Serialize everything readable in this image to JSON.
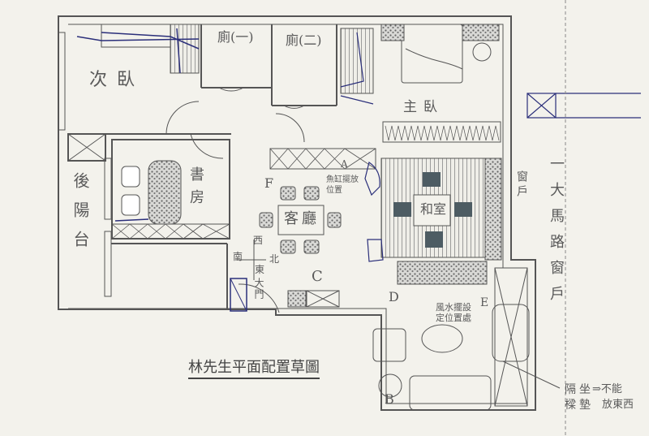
{
  "drawing": {
    "title": "林先生平面配置草圖",
    "background_color": "#f3f2ec",
    "line_color": "#555555",
    "pen_color": "#2b2f7a"
  },
  "rooms": {
    "toilet_1": "廁(一)",
    "toilet_2": "廁(二)",
    "second_bedroom": "次臥",
    "master_bedroom": "主臥",
    "study": "書房",
    "back_balcony": "後陽台",
    "guest_room": "客廳",
    "tatami_room": "和室"
  },
  "annotations": {
    "point_F": "F",
    "point_A": "A",
    "point_C": "C",
    "point_D": "D",
    "point_E": "E",
    "point_B": "B",
    "fish_tank_note": "魚缸擺放位置",
    "fengshui_note": "風水擺設定位置處",
    "sitting_note_line1": "隔坐",
    "sitting_note_line2": "樑墊",
    "sitting_note_arrow": "⇒不能",
    "sitting_note_line3": "放東西",
    "window_right_1": "窗戶",
    "window_right_2": "一大馬路窗戶",
    "main_door": "大門"
  },
  "compass": {
    "west": "西",
    "south": "南",
    "north": "北",
    "east": "東"
  }
}
